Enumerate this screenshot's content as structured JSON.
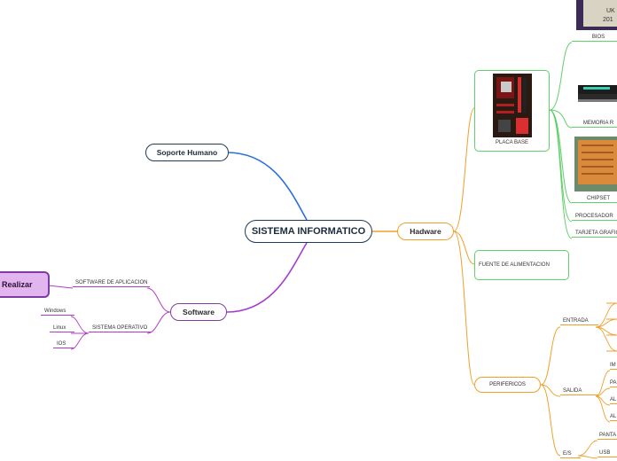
{
  "root": {
    "label": "SISTEMA INFORMATICO"
  },
  "branches": {
    "soporte": {
      "label": "Soporte Humano",
      "color": "#2a6ee0"
    },
    "hardware": {
      "label": "Hadware",
      "color": "#f0a028"
    },
    "software": {
      "label": "Software",
      "color": "#a33ccc"
    }
  },
  "hardware": {
    "placa": {
      "label": "PLACA BASE",
      "children": [
        "BIOS",
        "MEMORIA R",
        "CHIPSET",
        "PROCESADOR",
        "TARJETA GRAFICA"
      ]
    },
    "fuente": "FUENTE DE ALIMENTACION",
    "perifericos": {
      "label": "PERIFERICOS",
      "groups": [
        "ENTRADA",
        "SALIDA",
        "E/S"
      ],
      "salida_items": [
        "IM",
        "PA",
        "AL",
        "AL"
      ],
      "es_items": [
        "PANTA",
        "USB"
      ]
    }
  },
  "software": {
    "aplicacion": "SOFTWARE DE APLICACION",
    "operativo": "SISTEMA OPERATIVO",
    "os_items": [
      "Windows",
      "Linux",
      "IOS"
    ],
    "cta": "Realizar"
  },
  "colors": {
    "link_green": "#5fd06a",
    "accent_purple": "#7e3aa5",
    "root_dark": "#1f3b57"
  }
}
